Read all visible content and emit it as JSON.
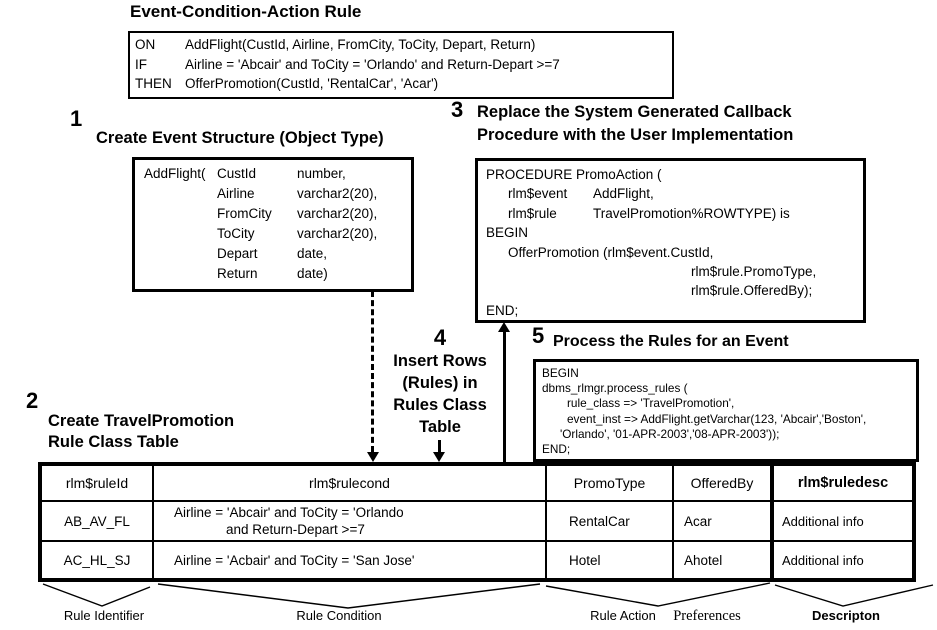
{
  "eca": {
    "title": "Event-Condition-Action Rule",
    "rows": [
      {
        "kw": "ON",
        "text": "AddFlight(CustId, Airline, FromCity, ToCity, Depart, Return)"
      },
      {
        "kw": "IF",
        "text": "Airline = 'Abcair' and ToCity = 'Orlando' and Return-Depart >=7"
      },
      {
        "kw": "THEN",
        "text": "OfferPromotion(CustId, 'RentalCar', 'Acar')"
      }
    ]
  },
  "step1": {
    "number": "1",
    "title": "Create Event Structure (Object Type)",
    "fields": [
      {
        "prefix": "AddFlight(",
        "name": "CustId",
        "type": "number,"
      },
      {
        "prefix": "",
        "name": "Airline",
        "type": "varchar2(20),"
      },
      {
        "prefix": "",
        "name": "FromCity",
        "type": "varchar2(20),"
      },
      {
        "prefix": "",
        "name": "ToCity",
        "type": "varchar2(20),"
      },
      {
        "prefix": "",
        "name": "Depart",
        "type": "date,"
      },
      {
        "prefix": "",
        "name": "Return",
        "type": "date)"
      }
    ]
  },
  "step2": {
    "number": "2",
    "title_line1": "Create TravelPromotion",
    "title_line2": "Rule Class Table"
  },
  "step3": {
    "number": "3",
    "title_line1": "Replace the System Generated Callback",
    "title_line2": "Procedure with the User Implementation",
    "code_lines": [
      {
        "text": "PROCEDURE PromoAction ("
      },
      {
        "name": "rlm$event",
        "value": "AddFlight,"
      },
      {
        "name": "rlm$rule",
        "value": "TravelPromotion%ROWTYPE) is"
      },
      {
        "text": "BEGIN"
      },
      {
        "text": "OfferPromotion (rlm$event.CustId,"
      },
      {
        "text": "rlm$rule.PromoType,"
      },
      {
        "text": "rlm$rule.OfferedBy);"
      },
      {
        "text": "END;"
      }
    ]
  },
  "step4": {
    "number": "4",
    "lines": [
      "Insert Rows",
      "(Rules) in",
      "Rules Class",
      "Table"
    ]
  },
  "step5": {
    "number": "5",
    "title": "Process the Rules for an Event",
    "code_lines": [
      "BEGIN",
      "dbms_rlmgr.process_rules (",
      "rule_class => 'TravelPromotion',",
      "event_inst => AddFlight.getVarchar(123, 'Abcair','Boston',",
      "'Orlando', '01-APR-2003','08-APR-2003'));",
      "END;"
    ]
  },
  "table": {
    "headers": [
      {
        "label": "rlm$ruleId"
      },
      {
        "label": "rlm$rulecond"
      },
      {
        "label": "PromoType"
      },
      {
        "label": "OfferedBy"
      },
      {
        "label": "rlm$ruledesc",
        "bold": true
      }
    ],
    "rows": [
      {
        "rule_id": "AB_AV_FL",
        "condition_lines": [
          "Airline = 'Abcair' and ToCity = 'Orlando",
          "and Return-Depart >=7"
        ],
        "promo_type": "RentalCar",
        "offered_by": "Acar",
        "description": "Additional info"
      },
      {
        "rule_id": "AC_HL_SJ",
        "condition_lines": [
          "Airline = 'Acbair' and ToCity = 'San Jose'"
        ],
        "promo_type": "Hotel",
        "offered_by": "Ahotel",
        "description": "Additional info"
      }
    ]
  },
  "legend": {
    "labels": [
      {
        "text": "Rule Identifier"
      },
      {
        "text": "Rule Condition"
      },
      {
        "text": "Rule Action"
      },
      {
        "text": "Preferences"
      },
      {
        "text": "Descripton"
      }
    ]
  }
}
